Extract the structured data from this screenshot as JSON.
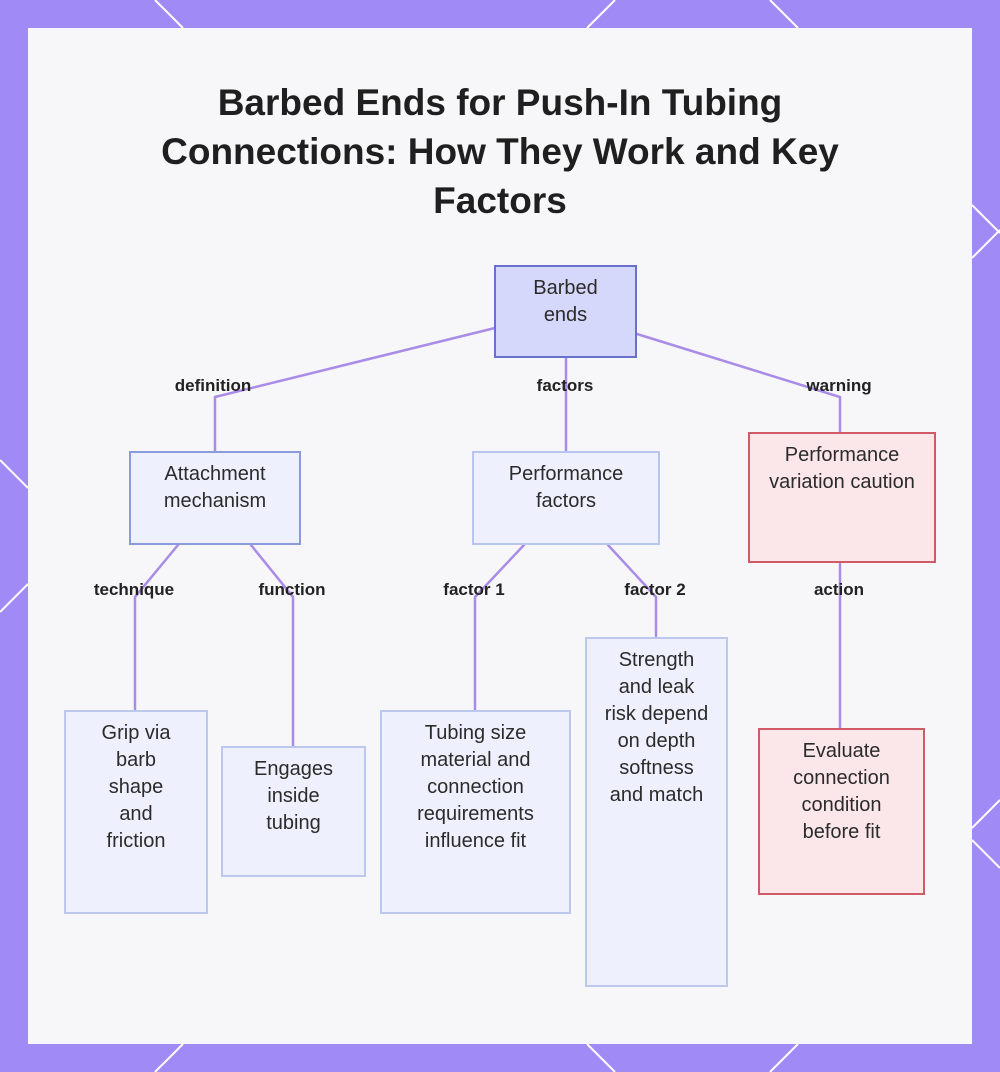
{
  "title": "Barbed Ends for Push-In Tubing Connections: How They Work and Key Factors",
  "nodes": {
    "root": "Barbed ends",
    "attachment": "Attachment mechanism",
    "performance": "Performance factors",
    "caution": "Performance variation caution",
    "grip": "Grip via barb shape and friction",
    "engages": "Engages inside tubing",
    "tubing_size": "Tubing size material and connection requirements influence fit",
    "strength": "Strength and leak risk depend on depth softness and match",
    "evaluate": "Evaluate connection condition before fit"
  },
  "edges": {
    "definition": "definition",
    "factors": "factors",
    "warning": "warning",
    "technique": "technique",
    "function": "function",
    "factor1": "factor 1",
    "factor2": "factor 2",
    "action": "action"
  },
  "colors": {
    "frame": "#a08af5",
    "connector": "#a98be8",
    "root_fill": "#d5d7fb",
    "warning_border": "#d05a66"
  }
}
